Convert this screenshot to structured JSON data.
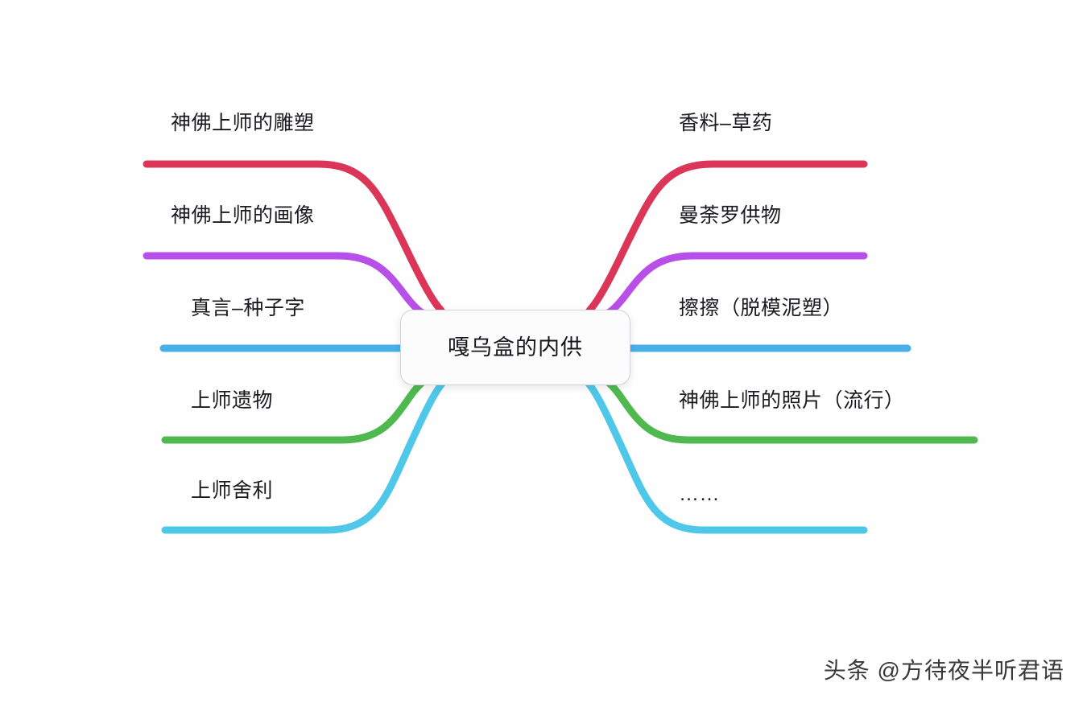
{
  "diagram": {
    "type": "mind-map",
    "center": {
      "label": "嘎乌盒的内供"
    },
    "colors": {
      "crimson": "#DB3557",
      "purple": "#B84FE8",
      "blue": "#48AFE8",
      "green": "#4FB950",
      "cyan": "#4FC7E8"
    },
    "branches": {
      "left": [
        {
          "label": "神佛上师的雕塑",
          "color": "#DB3557",
          "color_name": "crimson"
        },
        {
          "label": "神佛上师的画像",
          "color": "#B84FE8",
          "color_name": "purple"
        },
        {
          "label": "真言–种子字",
          "color": "#48AFE8",
          "color_name": "blue"
        },
        {
          "label": "上师遗物",
          "color": "#4FB950",
          "color_name": "green"
        },
        {
          "label": "上师舍利",
          "color": "#4FC7E8",
          "color_name": "cyan"
        }
      ],
      "right": [
        {
          "label": "香料–草药",
          "color": "#DB3557",
          "color_name": "crimson"
        },
        {
          "label": "曼荼罗供物",
          "color": "#B84FE8",
          "color_name": "purple"
        },
        {
          "label": "擦擦（脱模泥塑）",
          "color": "#48AFE8",
          "color_name": "blue"
        },
        {
          "label": "神佛上师的照片（流行）",
          "color": "#4FB950",
          "color_name": "green"
        },
        {
          "label": "……",
          "color": "#4FC7E8",
          "color_name": "cyan"
        }
      ]
    }
  },
  "watermark": {
    "text": "头条 @方待夜半听君语"
  }
}
